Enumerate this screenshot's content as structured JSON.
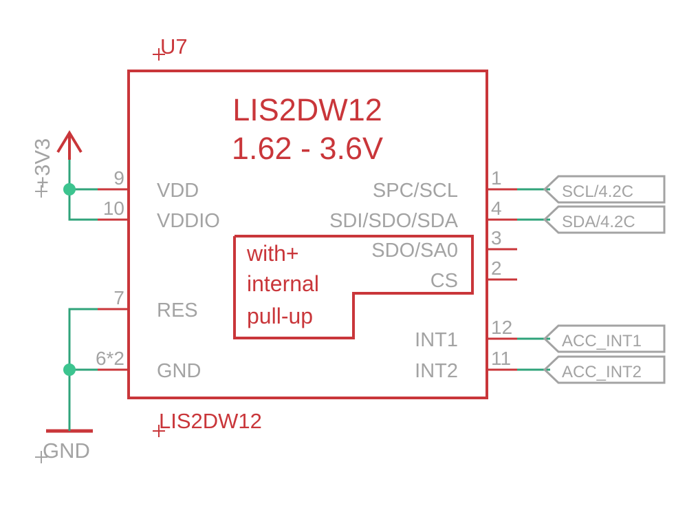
{
  "part": {
    "ref": "U7",
    "value": "LIS2DW12",
    "title": "LIS2DW12",
    "voltage": "1.62 - 3.6V",
    "note_lines": [
      "with+",
      "internal",
      "pull-up"
    ]
  },
  "left_pins": [
    {
      "num": "9",
      "name": "VDD"
    },
    {
      "num": "10",
      "name": "VDDIO"
    },
    {
      "num": "7",
      "name": "RES"
    },
    {
      "num": "6*2",
      "name": "GND"
    }
  ],
  "right_pins": [
    {
      "num": "1",
      "name": "SPC/SCL"
    },
    {
      "num": "4",
      "name": "SDI/SDO/SDA"
    },
    {
      "num": "3",
      "name": "SDO/SA0"
    },
    {
      "num": "2",
      "name": "CS"
    },
    {
      "num": "12",
      "name": "INT1"
    },
    {
      "num": "11",
      "name": "INT2"
    }
  ],
  "supply": {
    "label": "+3V3"
  },
  "ground": {
    "label": "GND"
  },
  "net_labels": [
    "SCL/4.2C",
    "SDA/4.2C",
    "ACC_INT1",
    "ACC_INT2"
  ],
  "colors": {
    "symbol": "#c9363a",
    "pin_text": "#a3a3a3",
    "net": "#2fa37a",
    "junction": "#3cc48f"
  }
}
